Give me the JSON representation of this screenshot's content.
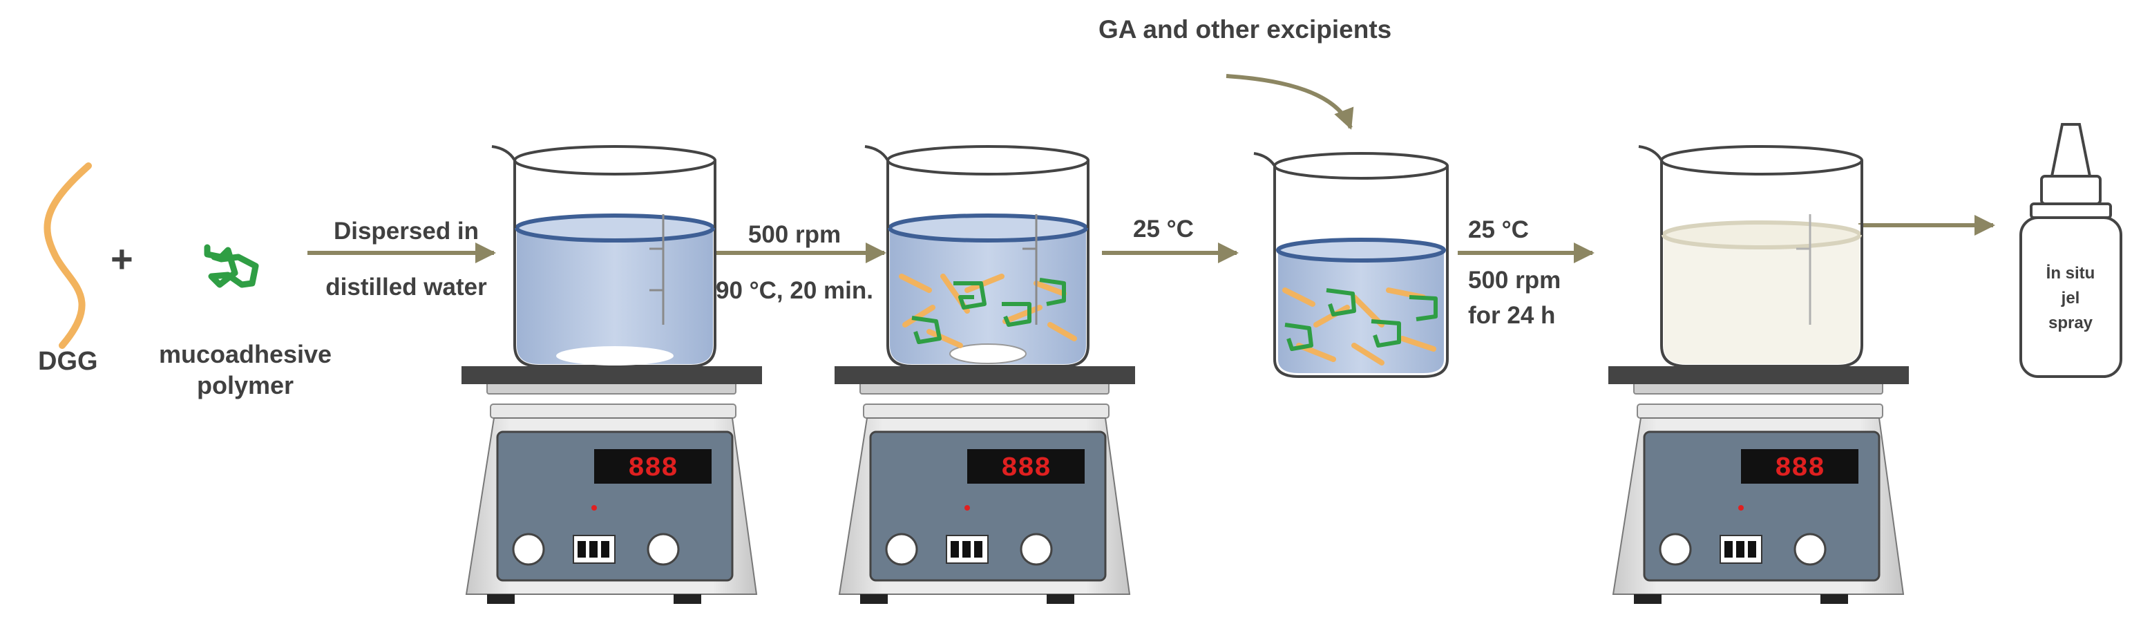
{
  "labels": {
    "dgg": "DGG",
    "plus": "+",
    "mucoadhesive_line1": "mucoadhesive",
    "mucoadhesive_line2": "polymer",
    "step1_line1": "Dispersed in",
    "step1_line2": "distilled water",
    "step2_line1": "500  rpm",
    "step2_line2": "90 °C, 20 min.",
    "step3": "25 °C",
    "excipients": "GA and other excipients",
    "step4_line1": "25 °C",
    "step4_line2": "500  rpm",
    "step4_line3": "for 24 h",
    "spray_line1": "İn situ",
    "spray_line2": "jel",
    "spray_line3": "spray"
  },
  "colors": {
    "arrow": "#8c8662",
    "text": "#404040",
    "dgg_fiber": "#f2b35e",
    "polymer": "#2f9e44",
    "liquid": "#b8c7e0",
    "liquid_rim": "#3e5f95",
    "stirrer_body": "#e6e6e6",
    "stirrer_panel": "#6b7c8d",
    "display_red": "#e02020"
  }
}
